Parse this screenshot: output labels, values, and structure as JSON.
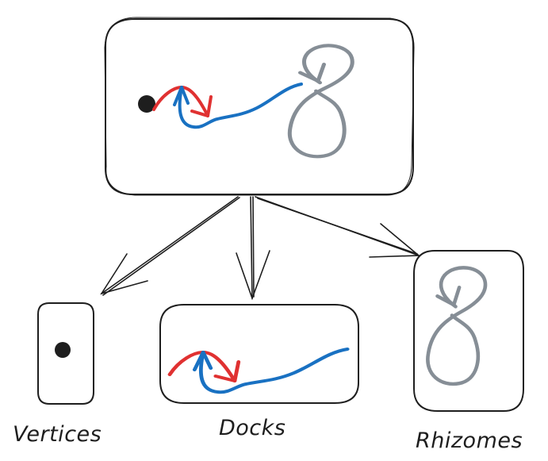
{
  "diagram": {
    "title": "",
    "colors": {
      "stroke": "#1e1e1e",
      "red": "#e03131",
      "blue": "#1971c2",
      "gray": "#868e96",
      "dot": "#1e1e1e"
    },
    "nodes": [
      {
        "id": "source",
        "label": "",
        "contents": [
          "vertex-dot",
          "dock-path",
          "rhizome-loop"
        ]
      },
      {
        "id": "vertices",
        "label": "Vertices",
        "contents": [
          "vertex-dot"
        ]
      },
      {
        "id": "docks",
        "label": "Docks",
        "contents": [
          "dock-path"
        ]
      },
      {
        "id": "rhizomes",
        "label": "Rhizomes",
        "contents": [
          "rhizome-loop"
        ]
      }
    ],
    "edges": [
      {
        "from": "source",
        "to": "vertices"
      },
      {
        "from": "source",
        "to": "docks"
      },
      {
        "from": "source",
        "to": "rhizomes"
      }
    ]
  }
}
